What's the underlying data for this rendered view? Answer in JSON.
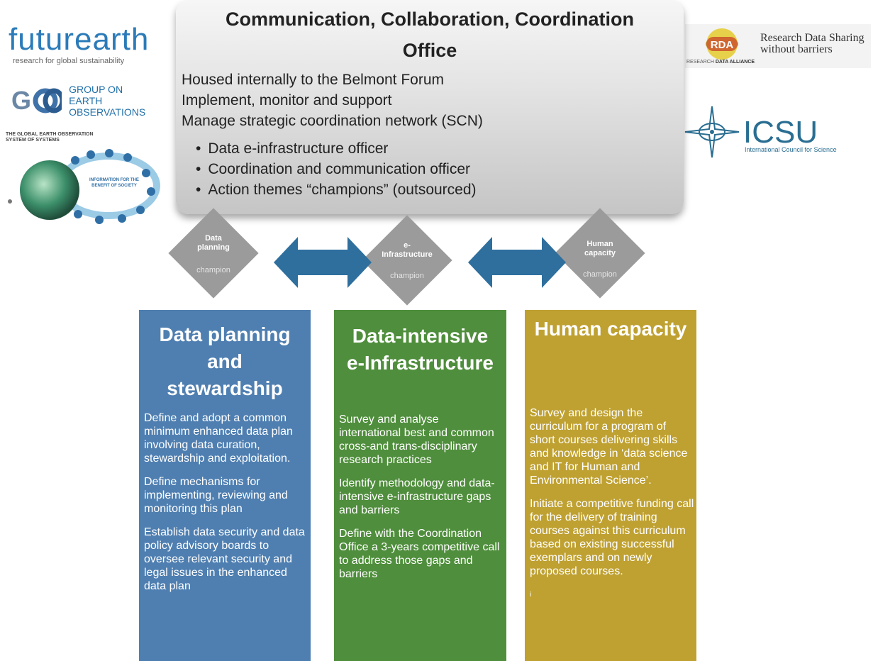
{
  "logos": {
    "futurearth": {
      "name": "futurearth",
      "tagline": "research for global sustainability"
    },
    "geo": {
      "line1": "GROUP ON",
      "line2": "EARTH OBSERVATIONS"
    },
    "geoss": {
      "title_line1": "THE GLOBAL EARTH OBSERVATION",
      "title_line2": "SYSTEM OF SYSTEMS",
      "center_text": "INFORMATION FOR THE BENEFIT OF SOCIETY"
    },
    "rda": {
      "mark": "RDA",
      "line1": "Research Data Sharing",
      "line2": "without barriers",
      "sub_prefix": "RESEARCH",
      "sub_bold": "DATA ALLIANCE"
    },
    "icsu": {
      "name": "ICSU",
      "sub": "International Council for Science"
    }
  },
  "office": {
    "title_line1": "Communication, Collaboration, Coordination",
    "title_line2": "Office",
    "lines": [
      "Housed internally to the Belmont Forum",
      "Implement, monitor and support",
      "Manage strategic coordination network (SCN)"
    ],
    "bullets": [
      "Data e-infrastructure officer",
      "Coordination and communication officer",
      "Action themes “champions” (outsourced)"
    ]
  },
  "champions": [
    {
      "label_lines": [
        "Data",
        "planning"
      ],
      "sub": "champion"
    },
    {
      "label_lines": [
        "e-",
        "Infrastructure"
      ],
      "sub": "champion"
    },
    {
      "label_lines": [
        "Human",
        "capacity"
      ],
      "sub": "champion"
    }
  ],
  "columns": [
    {
      "title_lines": [
        "Data planning",
        "and",
        "stewardship"
      ],
      "paragraphs": [
        "Define and adopt a common minimum enhanced data plan involving data curation, stewardship and exploitation.",
        "Define mechanisms for implementing, reviewing and monitoring this plan",
        "Establish data security  and data policy advisory boards to oversee relevant security and legal issues in the enhanced data plan"
      ]
    },
    {
      "title_lines": [
        "Data-intensive",
        "e-Infrastructure"
      ],
      "paragraphs": [
        "Survey and analyse international best and common cross-and trans-disciplinary research practices",
        "Identify methodology and data-intensive e-infrastructure gaps and barriers",
        "Define with the Coordination Office a 3-years competitive call to address those gaps and barriers"
      ]
    },
    {
      "title_lines": [
        "Human capacity"
      ],
      "paragraphs": [
        "Survey and design the curriculum for a program of short courses delivering skills and knowledge in ‘data science and IT for Human and Environmental Science’.",
        "Initiate a competitive funding call for the delivery of training courses against this curriculum based on existing successful exemplars and on newly proposed courses.",
        "i"
      ]
    }
  ],
  "colors": {
    "data_column": "#4f7fb1",
    "infra_column": "#4f8e3c",
    "human_column": "#bfa132",
    "arrow": "#2e6f9e",
    "diamond": "#9b9b9b"
  }
}
